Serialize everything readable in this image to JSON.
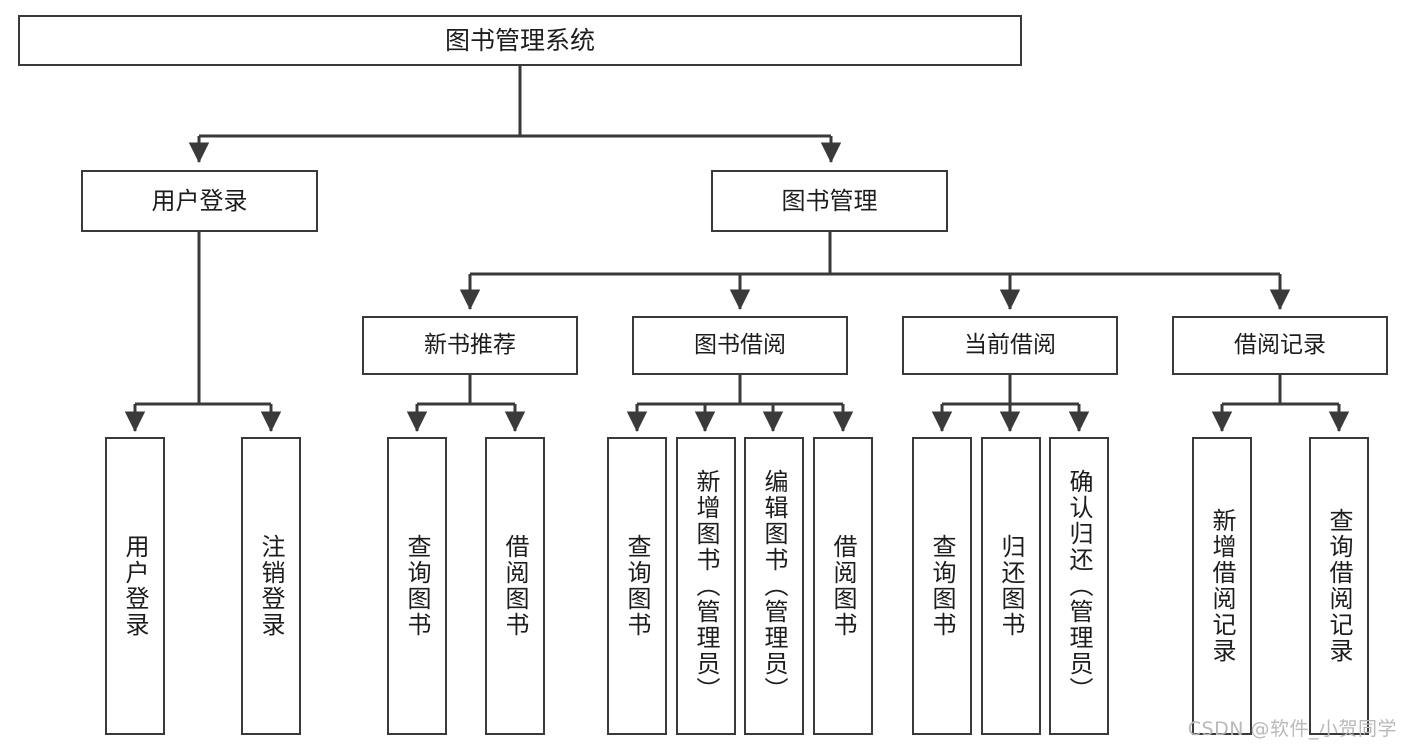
{
  "diagram": {
    "title": "图书管理系统",
    "type": "tree-hierarchy-diagram",
    "orientation": "top-down",
    "root": {
      "id": "root",
      "label": "图书管理系统"
    },
    "level2": [
      {
        "id": "user-login",
        "label": "用户登录"
      },
      {
        "id": "book-manage",
        "label": "图书管理"
      }
    ],
    "level3": [
      {
        "id": "new-book-rec",
        "label": "新书推荐",
        "parent": "book-manage"
      },
      {
        "id": "book-borrow",
        "label": "图书借阅",
        "parent": "book-manage"
      },
      {
        "id": "current-borrow",
        "label": "当前借阅",
        "parent": "book-manage"
      },
      {
        "id": "borrow-record",
        "label": "借阅记录",
        "parent": "book-manage"
      }
    ],
    "leaves": [
      {
        "id": "leaf-user-login",
        "label": "用户登录",
        "parent": "user-login"
      },
      {
        "id": "leaf-logout",
        "label": "注销登录",
        "parent": "user-login"
      },
      {
        "id": "leaf-query-book-1",
        "label": "查询图书",
        "parent": "new-book-rec"
      },
      {
        "id": "leaf-borrow-book-1",
        "label": "借阅图书",
        "parent": "new-book-rec"
      },
      {
        "id": "leaf-query-book-2",
        "label": "查询图书",
        "parent": "book-borrow"
      },
      {
        "id": "leaf-add-book",
        "label": "新增图书（管理员）",
        "parent": "book-borrow"
      },
      {
        "id": "leaf-edit-book",
        "label": "编辑图书（管理员）",
        "parent": "book-borrow"
      },
      {
        "id": "leaf-borrow-book-2",
        "label": "借阅图书",
        "parent": "book-borrow"
      },
      {
        "id": "leaf-query-book-3",
        "label": "查询图书",
        "parent": "current-borrow"
      },
      {
        "id": "leaf-return-book",
        "label": "归还图书",
        "parent": "current-borrow"
      },
      {
        "id": "leaf-confirm-return",
        "label": "确认归还（管理员）",
        "parent": "current-borrow"
      },
      {
        "id": "leaf-add-record",
        "label": "新增借阅记录",
        "parent": "borrow-record"
      },
      {
        "id": "leaf-query-record",
        "label": "查询借阅记录",
        "parent": "borrow-record"
      }
    ]
  },
  "watermark": {
    "text": "CSDN @软件_小贺同学"
  },
  "colors": {
    "background": "#ffffff",
    "box_border": "#3a3a3a",
    "connector": "#3a3a3a",
    "text": "#1d1d1d",
    "watermark": "#b9b9b9"
  }
}
